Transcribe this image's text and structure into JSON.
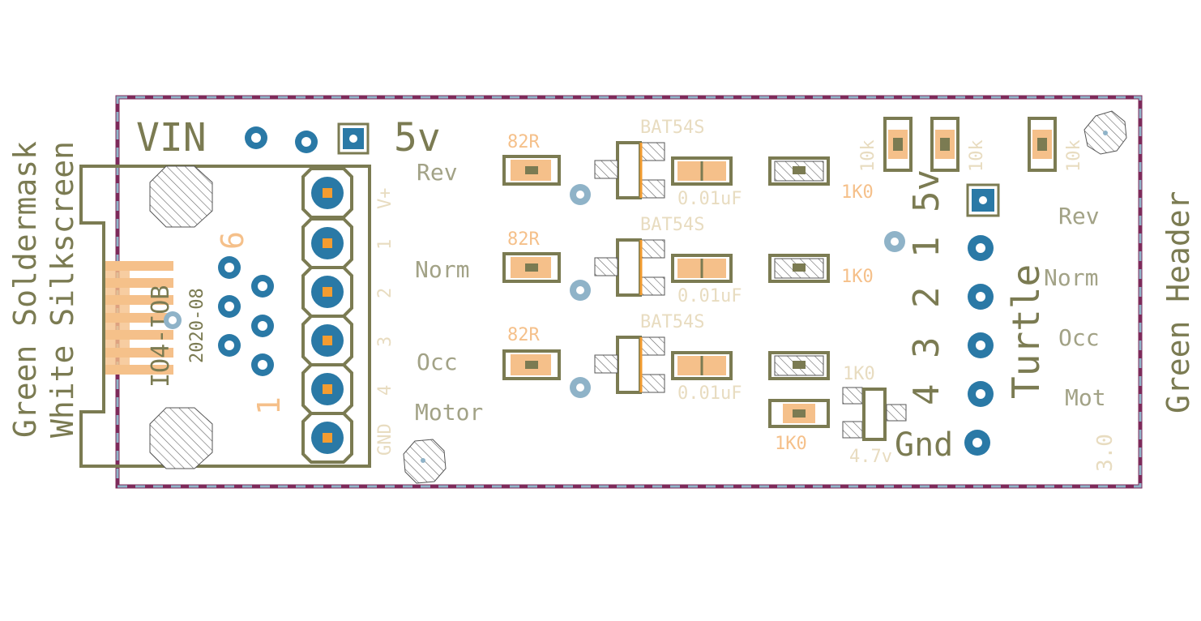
{
  "colors": {
    "board_outline": "#7d2a5a",
    "board_dash": "#8fb3c8",
    "silkscreen": "#7b7b52",
    "copper_pad": "#2a79a6",
    "smd_pad": "#f5c08a",
    "doc_layer": "#e8dcc0"
  },
  "vertical_notes": {
    "line1": "Green Soldermask",
    "line2": "White Silkscreen",
    "right": "Green Header"
  },
  "power": {
    "vin": "VIN",
    "five_v": "5v"
  },
  "connector": {
    "part": "IO4-IOB",
    "date": "2020-08",
    "pin_six": "6",
    "pin_one": "1",
    "pin_labels": [
      "V+",
      "1",
      "2",
      "3",
      "4",
      "GND"
    ]
  },
  "channels": [
    {
      "label": "Rev",
      "resistor": "82R",
      "diode": "BAT54S",
      "cap": "0.01uF",
      "out": "1K0"
    },
    {
      "label": "Norm",
      "resistor": "82R",
      "diode": "BAT54S",
      "cap": "0.01uF",
      "out": "1K0"
    },
    {
      "label": "Occ",
      "resistor": "82R",
      "diode": "BAT54S",
      "cap": "0.01uF",
      "out": ""
    },
    {
      "label": "Motor"
    }
  ],
  "extra_parts": {
    "r_a": "1K0",
    "r_b": "1K0",
    "zener": "4.7v",
    "pullup": "10k"
  },
  "header": {
    "five_v": "5v",
    "numbers": [
      "1",
      "2",
      "3",
      "4"
    ],
    "gnd": "Gnd",
    "title": "Turtle",
    "labels": [
      "Rev",
      "Norm",
      "Occ",
      "Mot"
    ],
    "version": "3.0"
  }
}
